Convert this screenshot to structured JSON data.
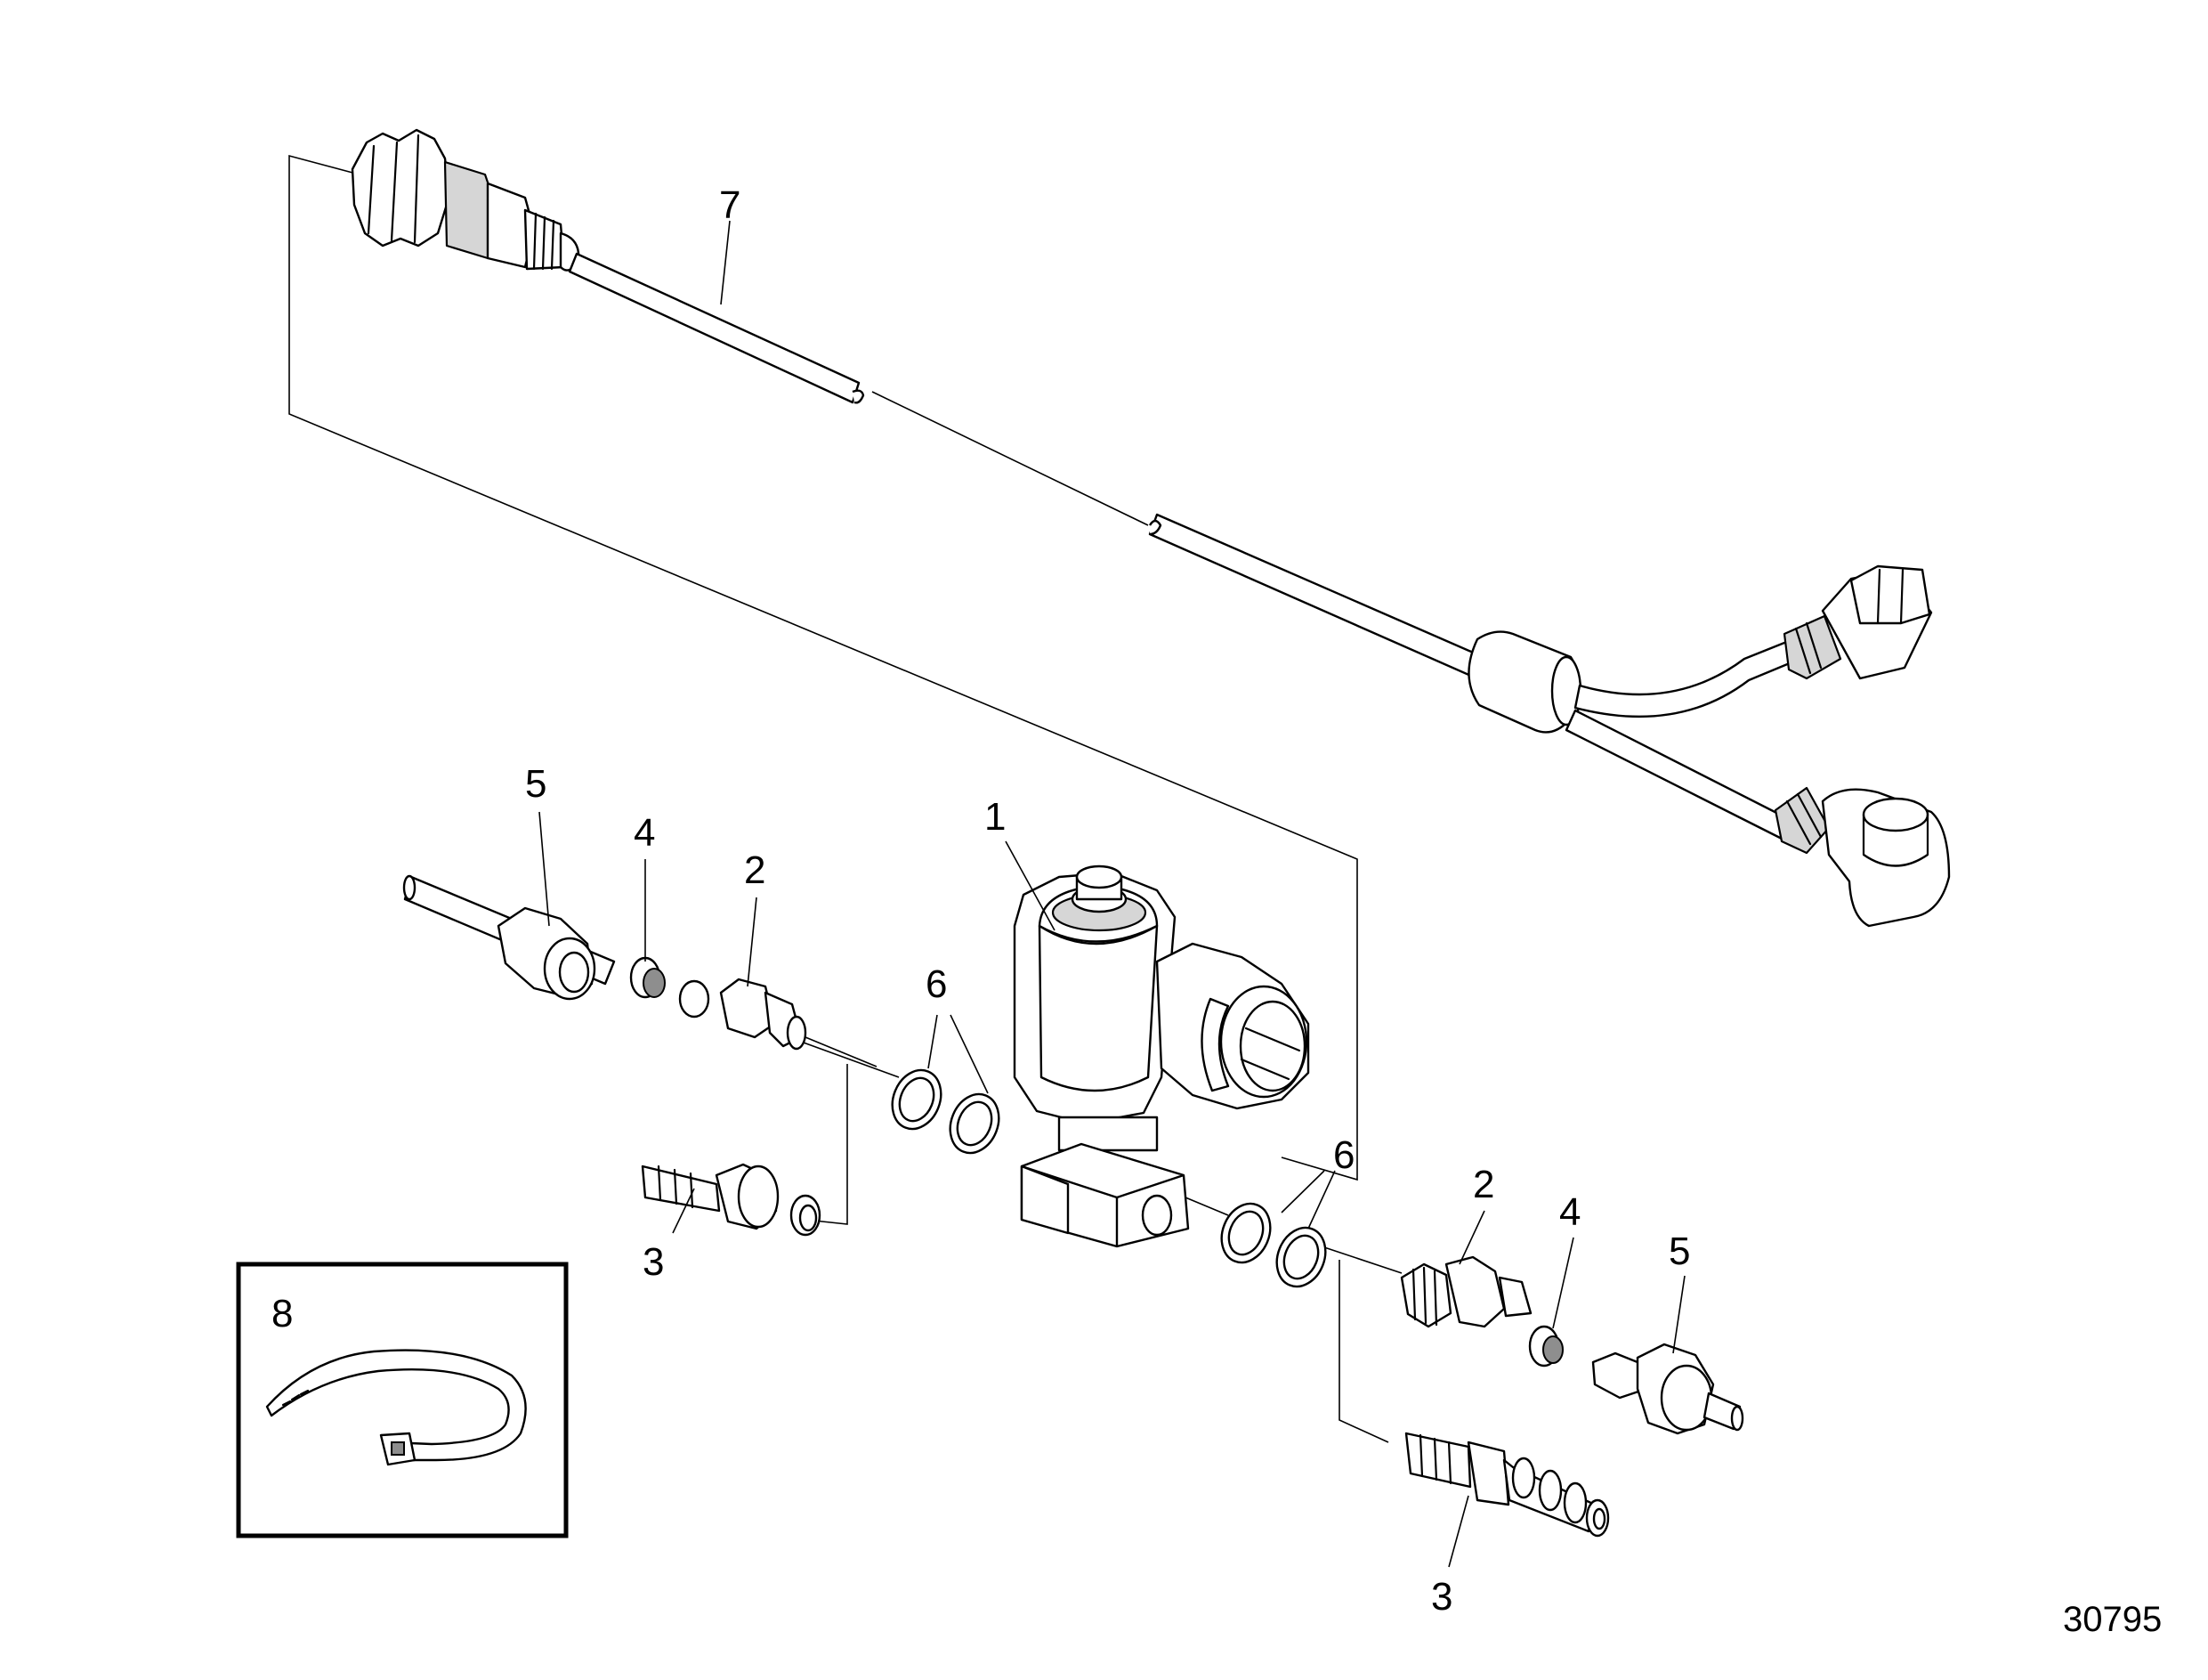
{
  "diagram": {
    "figure_number": "30795",
    "callouts": [
      {
        "id": "callout-7",
        "label": "7"
      },
      {
        "id": "callout-5-left",
        "label": "5"
      },
      {
        "id": "callout-4-left",
        "label": "4"
      },
      {
        "id": "callout-2-left",
        "label": "2"
      },
      {
        "id": "callout-1",
        "label": "1"
      },
      {
        "id": "callout-6-left",
        "label": "6"
      },
      {
        "id": "callout-6-right",
        "label": "6"
      },
      {
        "id": "callout-2-right",
        "label": "2"
      },
      {
        "id": "callout-4-right",
        "label": "4"
      },
      {
        "id": "callout-5-right",
        "label": "5"
      },
      {
        "id": "callout-3-left",
        "label": "3"
      },
      {
        "id": "callout-3-right",
        "label": "3"
      },
      {
        "id": "callout-8",
        "label": "8"
      }
    ]
  }
}
